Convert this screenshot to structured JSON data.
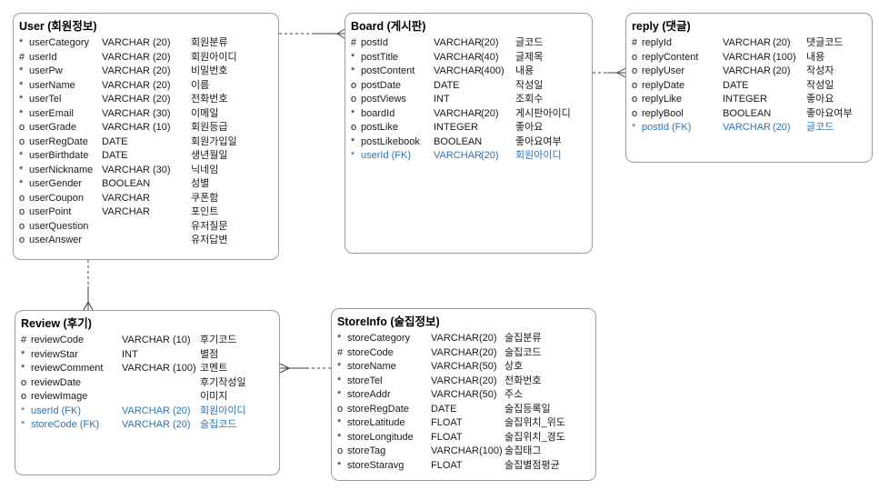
{
  "diagram": {
    "colors": {
      "fk_text": "#2e74b5",
      "entity_border": "#9c9c9c",
      "connector_line": "#3f3f3f",
      "text": "#1a1a1a",
      "background": "#ffffff"
    },
    "entities": [
      {
        "id": "user",
        "title": "User (회원정보)",
        "rows": [
          {
            "flag": "*",
            "name": "userCategory",
            "type": "VARCHAR",
            "size": "(20)",
            "label": "회원분류",
            "fk": false
          },
          {
            "flag": "#",
            "name": "userId",
            "type": "VARCHAR",
            "size": "(20)",
            "label": "회원아이디",
            "fk": false
          },
          {
            "flag": "*",
            "name": "userPw",
            "type": "VARCHAR",
            "size": "(20)",
            "label": "비밀번호",
            "fk": false
          },
          {
            "flag": "*",
            "name": "userName",
            "type": "VARCHAR",
            "size": "(20)",
            "label": "이름",
            "fk": false
          },
          {
            "flag": "*",
            "name": "userTel",
            "type": "VARCHAR",
            "size": "(20)",
            "label": "전화번호",
            "fk": false
          },
          {
            "flag": "*",
            "name": "userEmail",
            "type": "VARCHAR",
            "size": "(30)",
            "label": "이메일",
            "fk": false
          },
          {
            "flag": "o",
            "name": "userGrade",
            "type": "VARCHAR",
            "size": "(10)",
            "label": "회원등급",
            "fk": false
          },
          {
            "flag": "o",
            "name": "userRegDate",
            "type": "DATE",
            "size": "",
            "label": "회원가입일",
            "fk": false
          },
          {
            "flag": "*",
            "name": "userBirthdate",
            "type": "DATE",
            "size": "",
            "label": "생년월일",
            "fk": false
          },
          {
            "flag": "*",
            "name": "userNickname",
            "type": "VARCHAR",
            "size": "(30)",
            "label": "닉네임",
            "fk": false
          },
          {
            "flag": "*",
            "name": "userGender",
            "type": "BOOLEAN",
            "size": "",
            "label": "성별",
            "fk": false
          },
          {
            "flag": "o",
            "name": "userCoupon",
            "type": "VARCHAR",
            "size": "",
            "label": "쿠폰함",
            "fk": false
          },
          {
            "flag": "o",
            "name": "userPoint",
            "type": "VARCHAR",
            "size": "",
            "label": "포인트",
            "fk": false
          },
          {
            "flag": "o",
            "name": "userQuestion",
            "type": "",
            "size": "",
            "label": "유저질문",
            "fk": false
          },
          {
            "flag": "o",
            "name": "userAnswer",
            "type": "",
            "size": "",
            "label": "유저답변",
            "fk": false
          }
        ]
      },
      {
        "id": "board",
        "title": "Board (게시판)",
        "rows": [
          {
            "flag": "#",
            "name": "postId",
            "type": "VARCHAR",
            "size": "(20)",
            "label": "글코드",
            "fk": false
          },
          {
            "flag": "*",
            "name": "postTitle",
            "type": "VARCHAR",
            "size": "(40)",
            "label": "글제목",
            "fk": false
          },
          {
            "flag": "*",
            "name": "postContent",
            "type": "VARCHAR",
            "size": "(400)",
            "label": "내용",
            "fk": false
          },
          {
            "flag": "o",
            "name": "postDate",
            "type": "DATE",
            "size": "",
            "label": "작성일",
            "fk": false
          },
          {
            "flag": "o",
            "name": "postViews",
            "type": "INT",
            "size": "",
            "label": "조회수",
            "fk": false
          },
          {
            "flag": "*",
            "name": "boardId",
            "type": "VARCHAR",
            "size": "(20)",
            "label": "게시판아이디",
            "fk": false
          },
          {
            "flag": "o",
            "name": "postLike",
            "type": "INTEGER",
            "size": "",
            "label": "좋아요",
            "fk": false
          },
          {
            "flag": "*",
            "name": "postLikebook",
            "type": "BOOLEAN",
            "size": "",
            "label": "좋아요여부",
            "fk": false
          },
          {
            "flag": "*",
            "name": "userId (FK)",
            "type": "VARCHAR",
            "size": "(20)",
            "label": "회원아이디",
            "fk": true
          }
        ]
      },
      {
        "id": "reply",
        "title": "reply (댓글)",
        "rows": [
          {
            "flag": "#",
            "name": "replyId",
            "type": "VARCHAR",
            "size": "(20)",
            "label": "댓글코드",
            "fk": false
          },
          {
            "flag": "o",
            "name": "replyContent",
            "type": "VARCHAR",
            "size": "(100)",
            "label": "내용",
            "fk": false
          },
          {
            "flag": "o",
            "name": "replyUser",
            "type": "VARCHAR",
            "size": "(20)",
            "label": "작성자",
            "fk": false
          },
          {
            "flag": "o",
            "name": "replyDate",
            "type": "DATE",
            "size": "",
            "label": "작성일",
            "fk": false
          },
          {
            "flag": "o",
            "name": "replyLike",
            "type": "INTEGER",
            "size": "",
            "label": "좋아요",
            "fk": false
          },
          {
            "flag": "o",
            "name": "replyBool",
            "type": "BOOLEAN",
            "size": "",
            "label": "좋아요여부",
            "fk": false
          },
          {
            "flag": "*",
            "name": "postId (FK)",
            "type": "VARCHAR",
            "size": "(20)",
            "label": "글코드",
            "fk": true
          }
        ]
      },
      {
        "id": "review",
        "title": "Review (후기)",
        "rows": [
          {
            "flag": "#",
            "name": "reviewCode",
            "type": "VARCHAR",
            "size": "(10)",
            "label": "후기코드",
            "fk": false
          },
          {
            "flag": "*",
            "name": "reviewStar",
            "type": "INT",
            "size": "",
            "label": "별점",
            "fk": false
          },
          {
            "flag": "*",
            "name": "reviewComment",
            "type": "VARCHAR",
            "size": "(100)",
            "label": "코멘트",
            "fk": false
          },
          {
            "flag": "o",
            "name": "reviewDate",
            "type": "",
            "size": "",
            "label": "후기작성일",
            "fk": false
          },
          {
            "flag": "o",
            "name": "reviewImage",
            "type": "",
            "size": "",
            "label": "이미지",
            "fk": false
          },
          {
            "flag": "*",
            "name": "userId (FK)",
            "type": "VARCHAR",
            "size": "(20)",
            "label": "회원아이디",
            "fk": true
          },
          {
            "flag": "*",
            "name": "storeCode (FK)",
            "type": "VARCHAR",
            "size": "(20)",
            "label": "술집코드",
            "fk": true
          }
        ]
      },
      {
        "id": "storeinfo",
        "title": "StoreInfo (술집정보)",
        "rows": [
          {
            "flag": "*",
            "name": "storeCategory",
            "type": "VARCHAR",
            "size": "(20)",
            "label": "술집분류",
            "fk": false
          },
          {
            "flag": "#",
            "name": "storeCode",
            "type": "VARCHAR",
            "size": "(20)",
            "label": "술집코드",
            "fk": false
          },
          {
            "flag": "*",
            "name": "storeName",
            "type": "VARCHAR",
            "size": "(50)",
            "label": "상호",
            "fk": false
          },
          {
            "flag": "*",
            "name": "storeTel",
            "type": "VARCHAR",
            "size": "(20)",
            "label": "전화번호",
            "fk": false
          },
          {
            "flag": "*",
            "name": "storeAddr",
            "type": "VARCHAR",
            "size": "(50)",
            "label": "주소",
            "fk": false
          },
          {
            "flag": "o",
            "name": "storeRegDate",
            "type": "DATE",
            "size": "",
            "label": "술집등록일",
            "fk": false
          },
          {
            "flag": "*",
            "name": "storeLatitude",
            "type": "FLOAT",
            "size": "",
            "label": "술집위치_위도",
            "fk": false
          },
          {
            "flag": "*",
            "name": "storeLongitude",
            "type": "FLOAT",
            "size": "",
            "label": "술집위치_경도",
            "fk": false
          },
          {
            "flag": "o",
            "name": "storeTag",
            "type": "VARCHAR",
            "size": "(100)",
            "label": "술집태그",
            "fk": false
          },
          {
            "flag": "*",
            "name": "storeStaravg",
            "type": "FLOAT",
            "size": "",
            "label": "술집별점평균",
            "fk": false
          }
        ]
      }
    ],
    "relationships": [
      {
        "id": "user-board",
        "from": "User",
        "to": "Board",
        "many_side": "Board"
      },
      {
        "id": "board-reply",
        "from": "Board",
        "to": "reply",
        "many_side": "reply"
      },
      {
        "id": "user-review",
        "from": "User",
        "to": "Review",
        "many_side": "Review"
      },
      {
        "id": "storeinfo-review",
        "from": "StoreInfo",
        "to": "Review",
        "many_side": "Review"
      }
    ]
  }
}
